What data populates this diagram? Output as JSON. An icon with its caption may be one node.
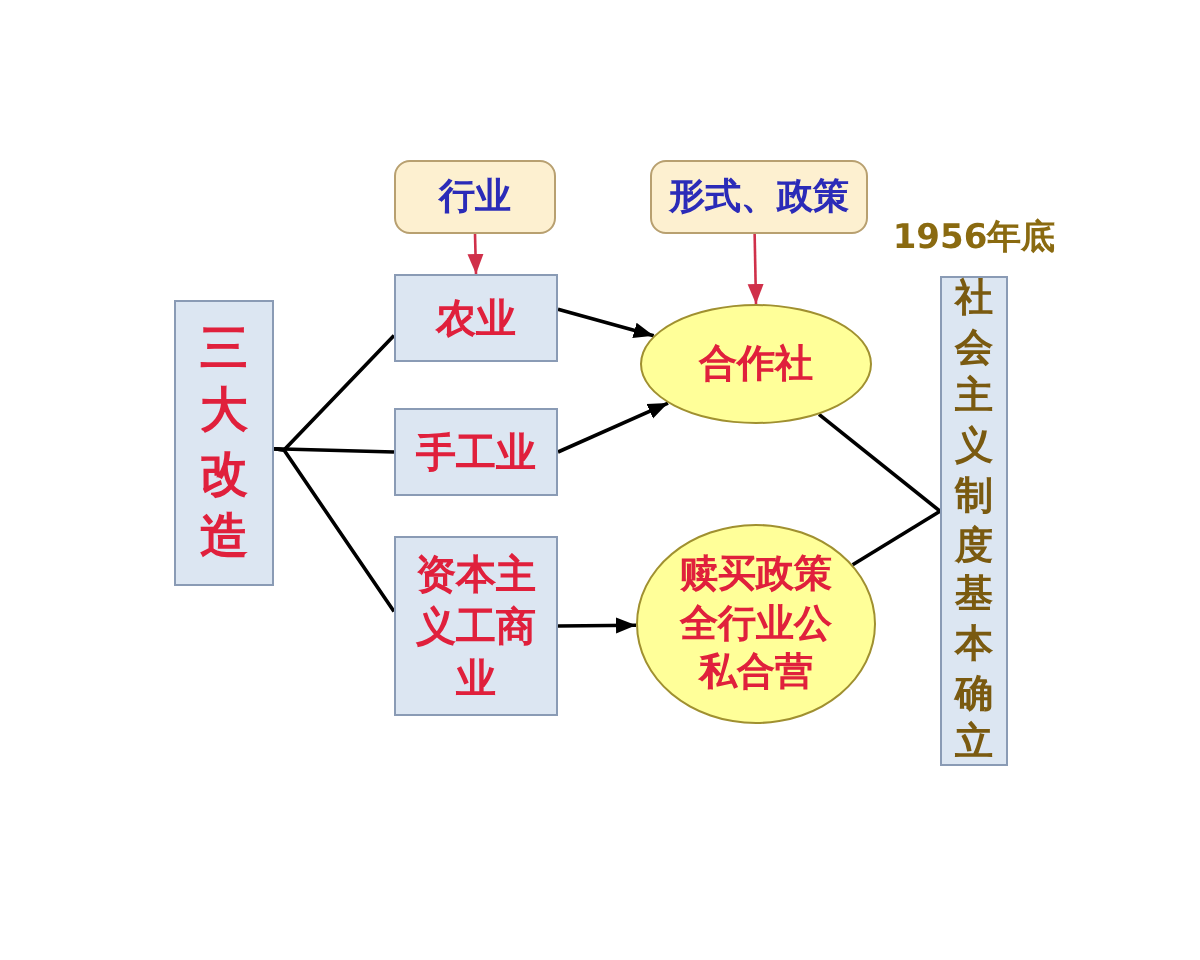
{
  "diagram": {
    "nodes": [
      {
        "text": [
          "三大改造"
        ]
      },
      {
        "text": [
          "行业"
        ]
      },
      {
        "text": [
          "形式、政策"
        ]
      },
      {
        "text": [
          "农业"
        ]
      },
      {
        "text": [
          "手工业"
        ]
      },
      {
        "text": [
          "资本主义工商业"
        ]
      },
      {
        "text": [
          "合作社"
        ]
      },
      {
        "text": [
          "赎买政策全行业公私合营"
        ]
      },
      {
        "text": [
          "社会主义制度基本确立"
        ],
        "beside": [
          "1956年底"
        ]
      }
    ],
    "edges": [
      {
        "from": 0,
        "to": 3,
        "arrow": "none"
      },
      {
        "from": 0,
        "to": 4,
        "arrow": "none"
      },
      {
        "from": 0,
        "to": 5,
        "arrow": "none"
      },
      {
        "from": 1,
        "to": 3,
        "arrow": "to",
        "color": "#d0304a"
      },
      {
        "from": 2,
        "to": 6,
        "arrow": "to",
        "color": "#d0304a"
      },
      {
        "from": 3,
        "to": 6,
        "arrow": "to"
      },
      {
        "from": 4,
        "to": 6,
        "arrow": "to"
      },
      {
        "from": 5,
        "to": 7,
        "arrow": "to"
      },
      {
        "from": 6,
        "to": 8,
        "arrow": "none"
      },
      {
        "from": 7,
        "to": 8,
        "arrow": "none"
      }
    ]
  }
}
